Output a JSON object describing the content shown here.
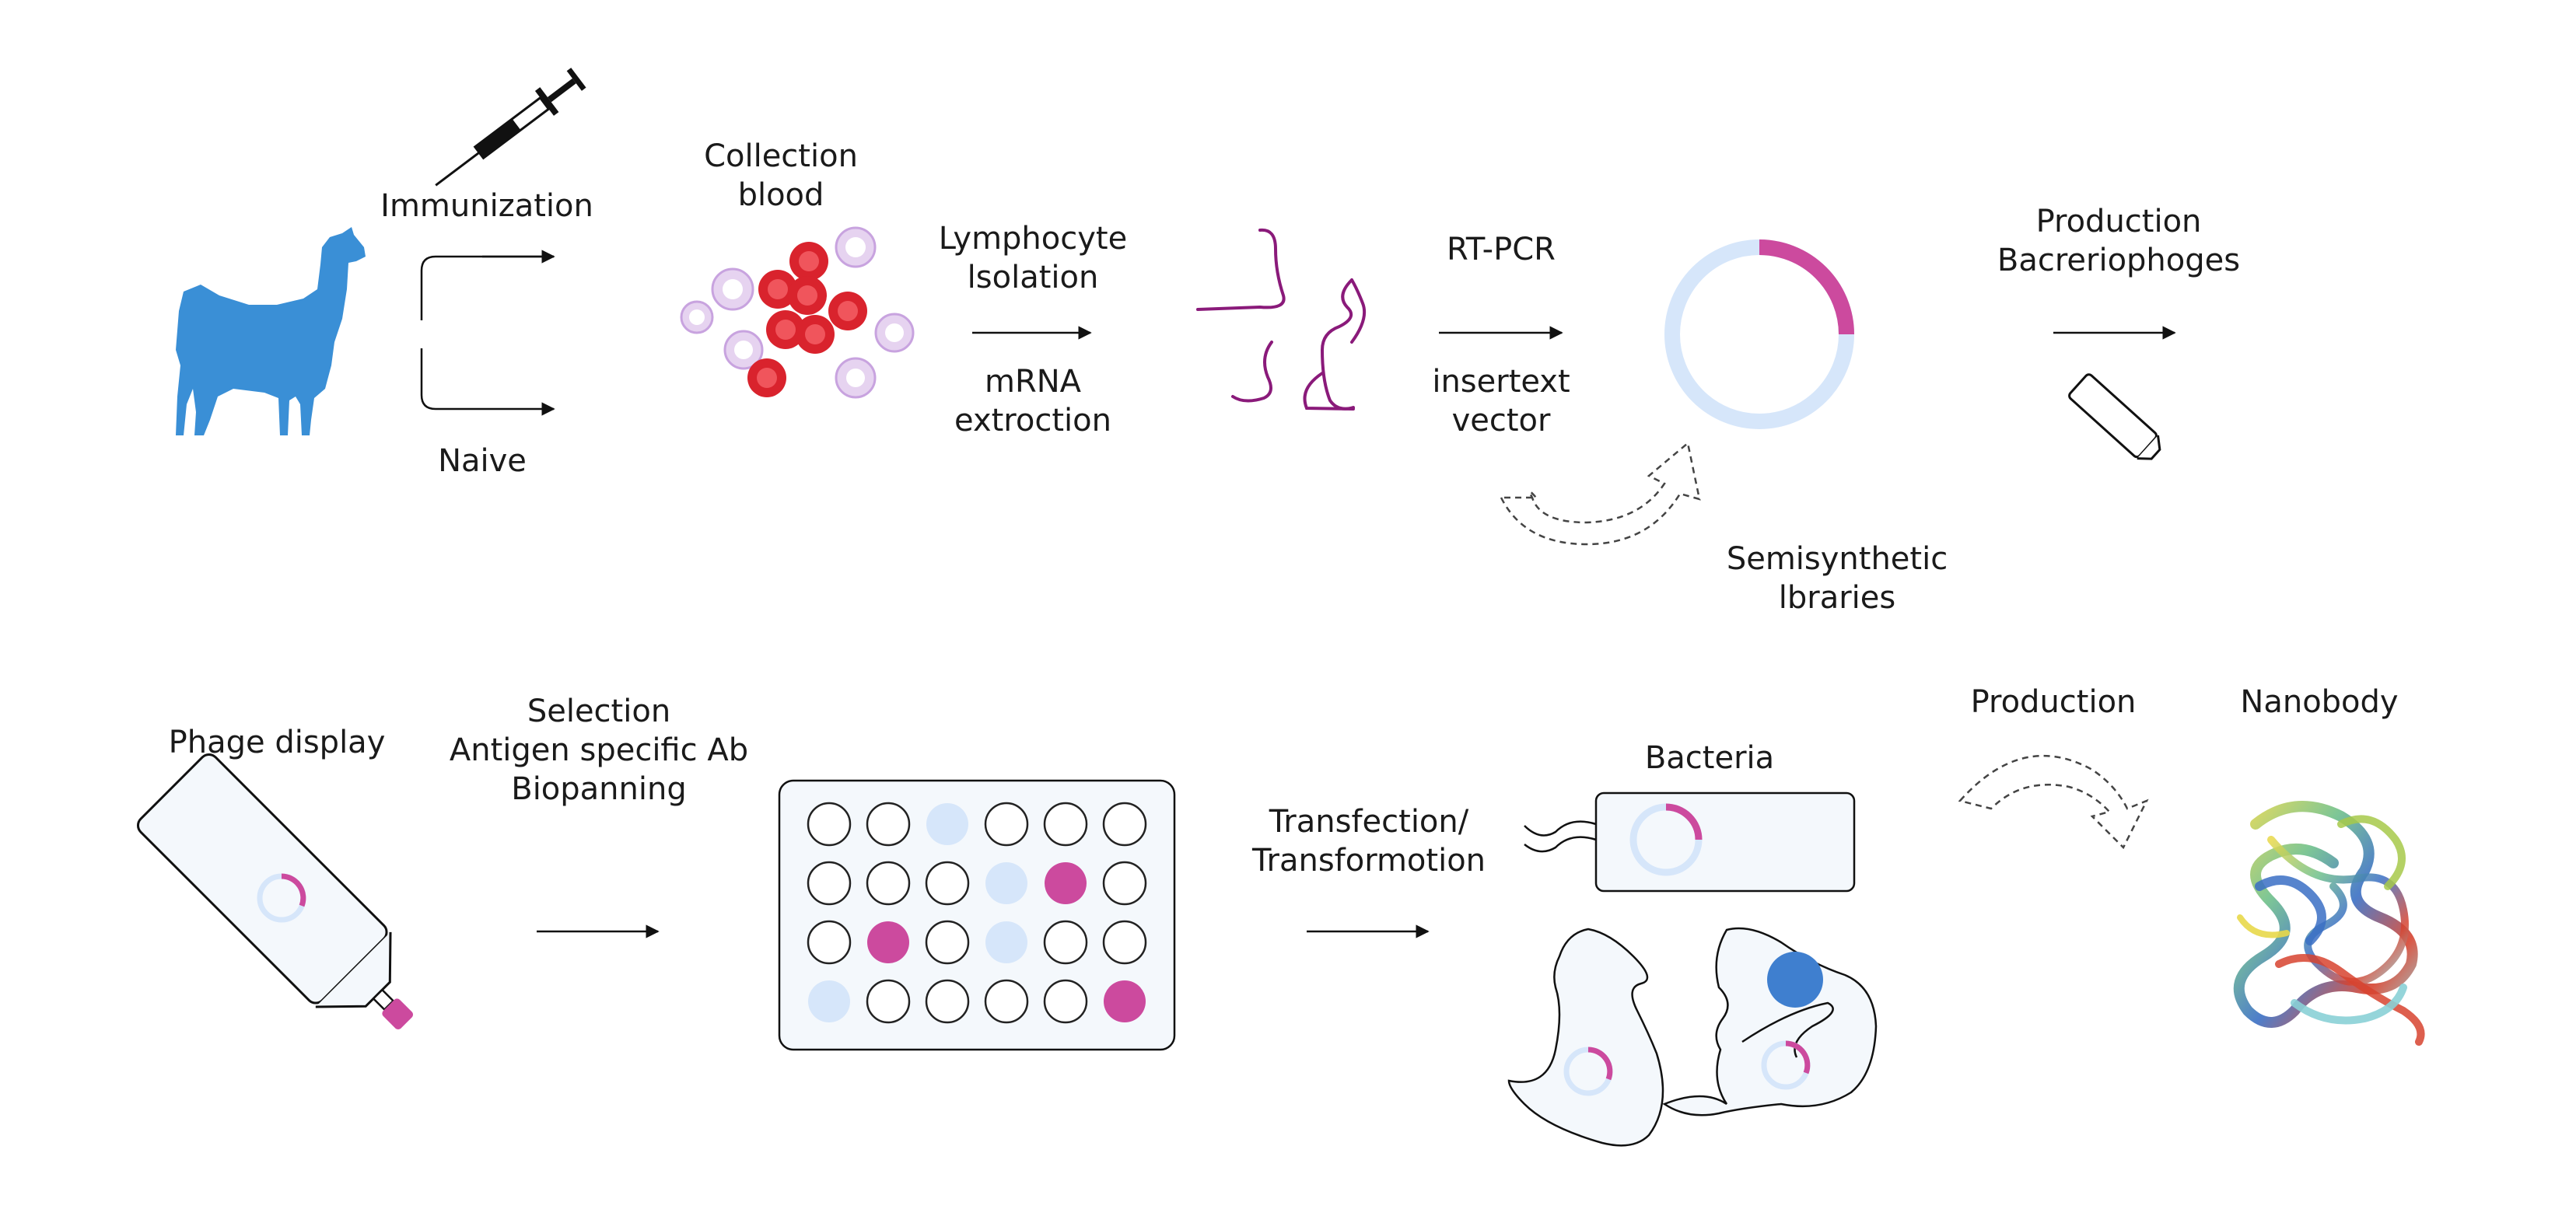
{
  "labels": {
    "immunization": "Immunization",
    "naive": "Naive",
    "collection_blood": [
      "Collection",
      "blood"
    ],
    "lymphocyte_isolation": [
      "Lymphocyte",
      "lsolation"
    ],
    "mrna_extraction": [
      "mRNA",
      "extroction"
    ],
    "rt_pcr": "RT-PCR",
    "insert_vector": [
      "insertext",
      "vector"
    ],
    "semisynthetic_libraries": [
      "Semisynthetic",
      "lbraries"
    ],
    "production_bacteriophages": [
      "Production",
      "Bacreriophoges"
    ],
    "phage_display": "Phage display",
    "selection": [
      "Selection",
      "Antigen specific Ab",
      "Biopanning"
    ],
    "transfection": [
      "Transfection/",
      "Transformotion"
    ],
    "bacteria": "Bacteria",
    "production": "Production",
    "nanobody": "Nanobody"
  },
  "colors": {
    "llama": "#3a8fd6",
    "magenta": "#cc4a9e",
    "purple_strand": "#8a1a7a",
    "light_blue": "#d6e6fa",
    "red_cell": "#d9232d",
    "red_cell_inner": "#f0555c",
    "lilac_cell": "#e6d3f0",
    "lilac_inner": "#c8a3df",
    "cell_fill": "#f4f8fc",
    "outline": "#222222",
    "nucleus": "#3f7fcf"
  },
  "plate": {
    "rows": 4,
    "cols": 6,
    "wells": [
      [
        "empty",
        "empty",
        "light",
        "empty",
        "empty",
        "empty"
      ],
      [
        "empty",
        "empty",
        "empty",
        "light",
        "magenta",
        "empty"
      ],
      [
        "empty",
        "magenta",
        "empty",
        "light",
        "empty",
        "empty"
      ],
      [
        "light",
        "empty",
        "empty",
        "empty",
        "empty",
        "magenta"
      ]
    ]
  }
}
